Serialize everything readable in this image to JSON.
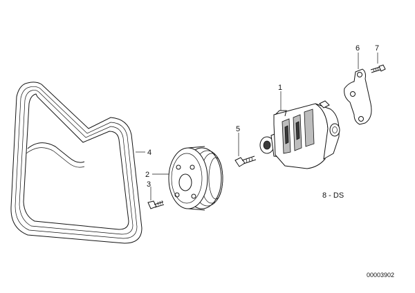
{
  "callouts": {
    "c1": "1",
    "c2": "2",
    "c3": "3",
    "c4": "4",
    "c5": "5",
    "c6": "6",
    "c7": "7"
  },
  "variant_code": "8 - DS",
  "document_number": "00003902"
}
